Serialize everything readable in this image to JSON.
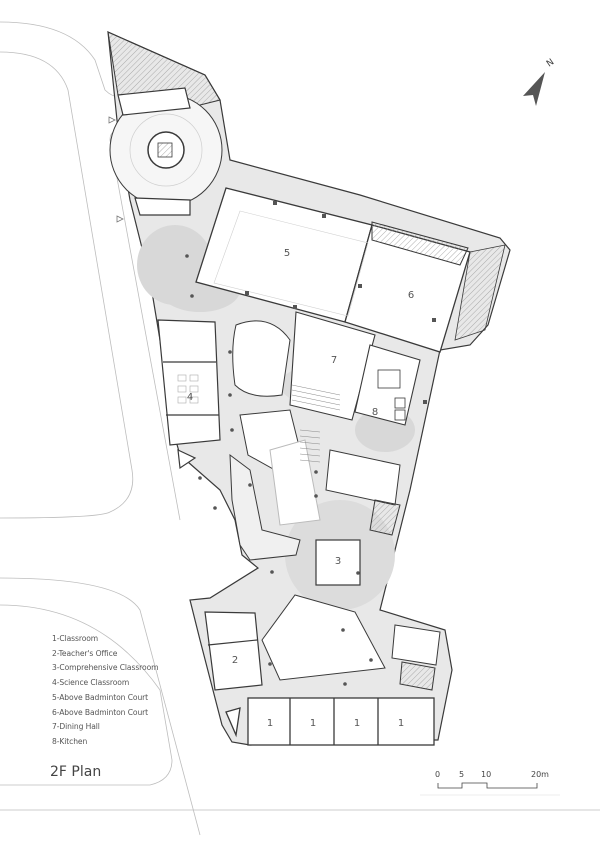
{
  "drawing": {
    "title": "2F Plan",
    "north_label": "N",
    "legend": [
      "1-Classroom",
      "2-Teacher's Office",
      "3-Comprehensive Classroom",
      "4-Science Classroom",
      "5-Above Badminton Court",
      "6-Above Badminton Court",
      "7-Dining Hall",
      "8-Kitchen"
    ],
    "room_tags": {
      "r1a": "1",
      "r1b": "1",
      "r1c": "1",
      "r1d": "1",
      "r2": "2",
      "r3": "3",
      "r4": "4",
      "r5": "5",
      "r6": "6",
      "r7": "7",
      "r8": "8"
    },
    "scale_bar": {
      "ticks": [
        "0",
        "5",
        "10",
        "20m"
      ]
    },
    "colors": {
      "wall": "#3a3a3a",
      "circulation": "#e6e6e6",
      "void_shade": "#d6d6d6",
      "site_line": "#bdbdbd",
      "background": "#ffffff"
    }
  }
}
